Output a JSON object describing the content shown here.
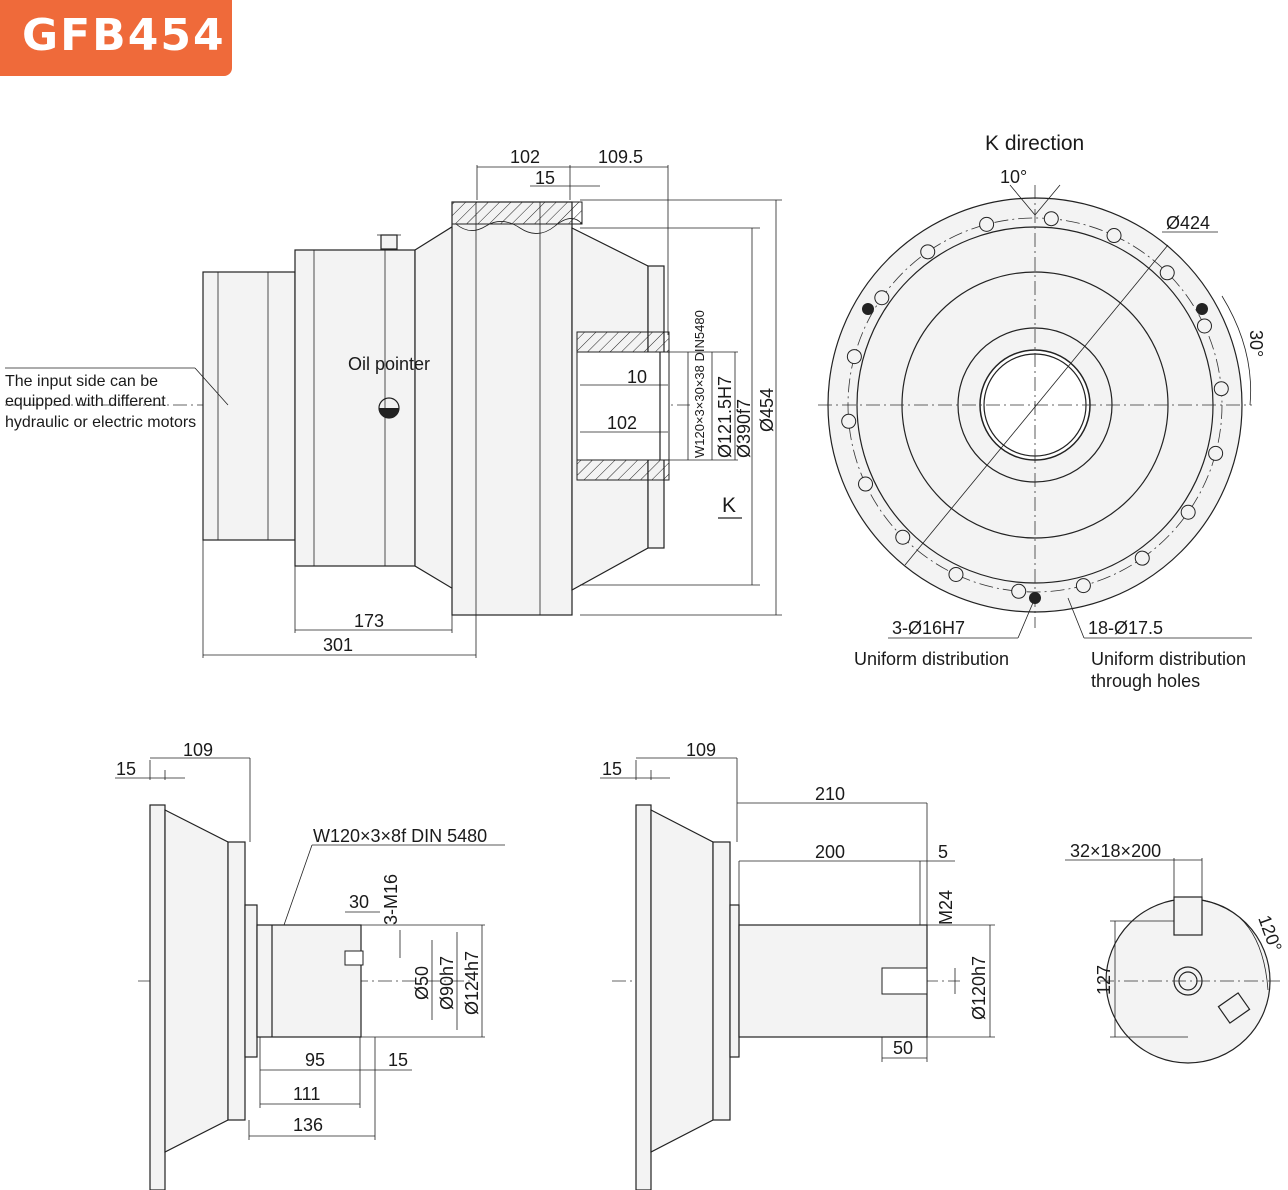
{
  "model": "GFB454",
  "side_view": {
    "dims": {
      "d102_top": "102",
      "d109_5": "109.5",
      "d15_top": "15",
      "d10": "10",
      "d102_inner": "102",
      "spline": "W120×3×30×38 DIN5480",
      "bore": "Ø121.5H7",
      "pilot": "Ø390f7",
      "outer": "Ø454",
      "d173": "173",
      "d301": "301"
    },
    "oil_pointer": "Oil pointer",
    "input_note": [
      "The input side can be",
      "equipped with different",
      "hydraulic or electric motors"
    ],
    "k_marker": "K"
  },
  "k_view": {
    "title": "K direction",
    "angle_10": "10°",
    "angle_30": "30°",
    "pcd": "Ø424",
    "pin_holes": "3-Ø16H7",
    "pin_note": "Uniform distribution",
    "bolt_holes": "18-Ø17.5",
    "bolt_note": [
      "Uniform distribution",
      "through holes"
    ]
  },
  "shaft_a": {
    "d15": "15",
    "d109": "109",
    "spline": "W120×3×8f  DIN 5480",
    "d30": "30",
    "tap": "3-M16",
    "d50": "Ø50",
    "d90": "Ø90h7",
    "d124": "Ø124h7",
    "d95": "95",
    "d15b": "15",
    "d111": "111",
    "d136": "136"
  },
  "shaft_b": {
    "d15": "15",
    "d109": "109",
    "d210": "210",
    "d200": "200",
    "d5": "5",
    "tap": "M24",
    "d120": "Ø120h7",
    "d50": "50"
  },
  "key_view": {
    "key": "32×18×200",
    "d127": "127",
    "angle": "120°"
  }
}
